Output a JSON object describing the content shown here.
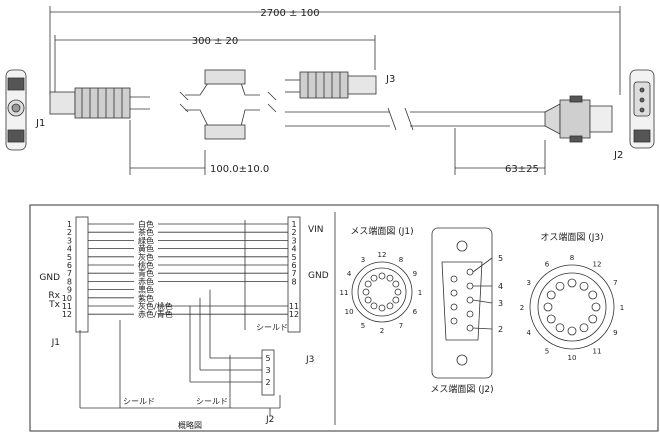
{
  "top": {
    "dim_total": "2700 ± 100",
    "dim_split": "300 ± 20",
    "dim_leg": "100.0±10.0",
    "dim_tail": "63±25",
    "label_j1": "J1",
    "label_j2": "J2",
    "label_j3": "J3"
  },
  "schematic": {
    "caption": "概略図",
    "label_gnd_left": "GND",
    "label_rx": "Rx",
    "label_tx": "Tx",
    "label_j1": "J1",
    "label_j2": "J2",
    "label_j3": "J3",
    "label_vin": "VIN",
    "label_gnd_right": "GND",
    "shield_1": "シールド",
    "shield_2": "シールド",
    "shield_3": "シールド",
    "left_pins": [
      "1",
      "2",
      "3",
      "4",
      "5",
      "6",
      "7",
      "8",
      "9",
      "10",
      "11",
      "12"
    ],
    "right_pins": [
      "1",
      "2",
      "3",
      "4",
      "5",
      "6",
      "7",
      "8",
      "",
      "",
      "11",
      "12"
    ],
    "wire_colors": [
      "白色",
      "茶色",
      "緑色",
      "黄色",
      "灰色",
      "桃色",
      "青色",
      "赤色",
      "黒色",
      "紫色",
      "灰色/桃色",
      "赤色/青色"
    ],
    "j2_pins": [
      "5",
      "3",
      "2"
    ]
  },
  "views": {
    "j1_title": "メス端面図 (J1)",
    "j2_title": "メス端面図 (J2)",
    "j3_title": "オス端面図 (J3)",
    "j1_pins": [
      "12",
      "8",
      "9",
      "1",
      "6",
      "7",
      "2",
      "5",
      "10",
      "11",
      "4",
      "3"
    ],
    "j2_pins": [
      "5",
      "4",
      "3",
      "2"
    ],
    "j3_pins": [
      "8",
      "12",
      "7",
      "1",
      "9",
      "11",
      "10",
      "5",
      "4",
      "2",
      "3",
      "6"
    ]
  }
}
